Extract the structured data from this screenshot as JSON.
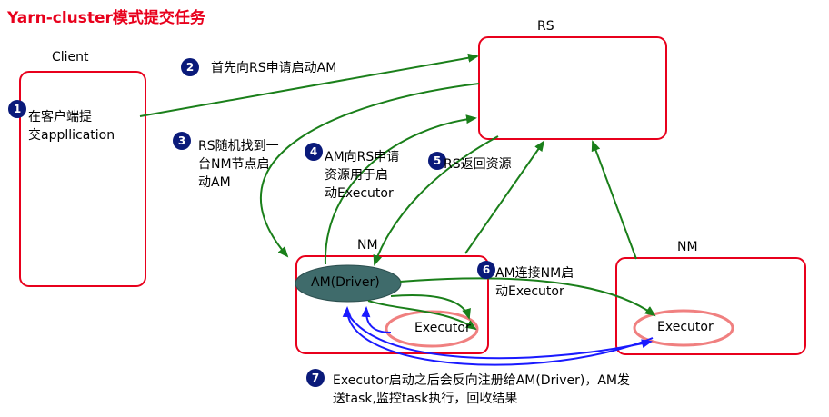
{
  "title": "Yarn-cluster模式提交任务",
  "nodes": {
    "client": "Client",
    "rs": "RS",
    "nm1": "NM",
    "nm2": "NM",
    "am_driver": "AM(Driver)",
    "executor1": "Executor",
    "executor2": "Executor"
  },
  "steps": [
    {
      "num": "1",
      "text": "在客户端提\n交appllication"
    },
    {
      "num": "2",
      "text": "首先向RS申请启动AM"
    },
    {
      "num": "3",
      "text": "RS随机找到一\n台NM节点启\n动AM"
    },
    {
      "num": "4",
      "text": "AM向RS申请\n资源用于启\n动Executor"
    },
    {
      "num": "5",
      "text": "RS返回资源"
    },
    {
      "num": "6",
      "text": "AM连接NM启\n动Executor"
    },
    {
      "num": "7",
      "text": "Executor启动之后会反向注册给AM(Driver)，AM发\n送task,监控task执行，回收结果"
    }
  ],
  "colors": {
    "box_border": "#e8001c",
    "arrow_green": "#1a7f1a",
    "arrow_blue": "#1a1aff",
    "driver_fill": "#3f6b6b",
    "executor_border": "#f08080",
    "badge": "#0a1a7a",
    "title": "#e8001c"
  }
}
